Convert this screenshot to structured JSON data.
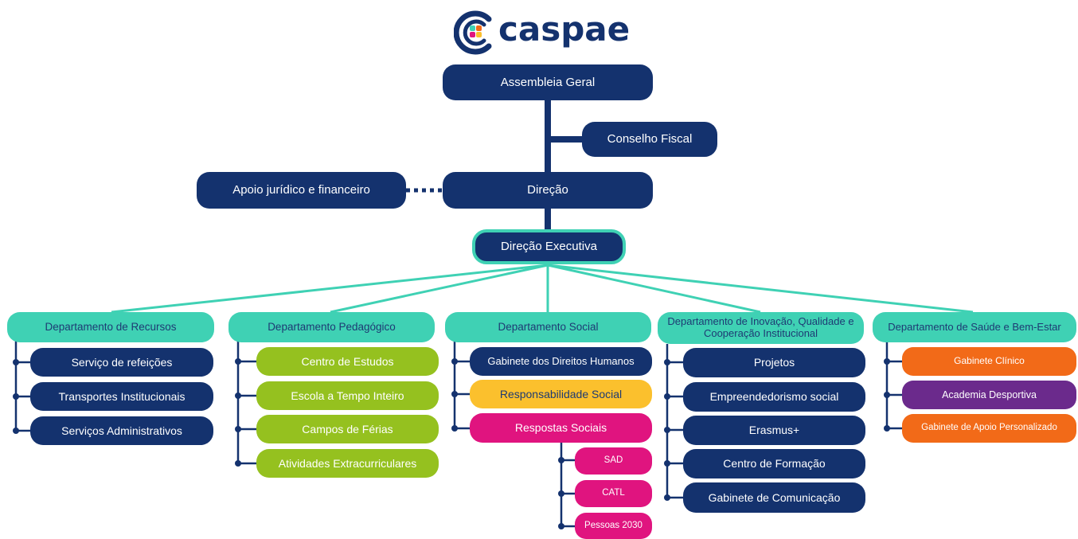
{
  "logo": {
    "text": "caspae",
    "brand_color": "#14326e"
  },
  "top": {
    "assembleia": "Assembleia Geral",
    "conselho": "Conselho Fiscal",
    "apoio": "Apoio jurídico e financeiro",
    "direcao": "Direção",
    "executiva": "Direção Executiva"
  },
  "departments": [
    {
      "label": "Departamento de Recursos",
      "items": [
        "Serviço de refeições",
        "Transportes Institucionais",
        "Serviços Administrativos"
      ]
    },
    {
      "label": "Departamento Pedagógico",
      "items": [
        "Centro de Estudos",
        "Escola a Tempo Inteiro",
        "Campos de Férias",
        "Atividades Extracurriculares"
      ]
    },
    {
      "label": "Departamento Social",
      "items": [
        "Gabinete dos Direitos Humanos",
        "Responsabilidade Social",
        "Respostas Sociais"
      ],
      "sub_items": [
        "SAD",
        "CATL",
        "Pessoas 2030"
      ]
    },
    {
      "label": "Departamento de Inovação, Qualidade e Cooperação Institucional",
      "items": [
        "Projetos",
        "Empreendedorismo social",
        "Erasmus+",
        "Centro de Formação",
        "Gabinete de Comunicação"
      ]
    },
    {
      "label": "Departamento de Saúde e Bem-Estar",
      "items": [
        "Gabinete Clínico",
        "Academia Desportiva",
        "Gabinete de Apoio Personalizado"
      ]
    }
  ],
  "colors": {
    "navy": "#14326e",
    "teal": "#3fd1b4",
    "green": "#95c11f",
    "yellow": "#fbc02d",
    "magenta": "#e0147f",
    "orange": "#f26a18",
    "purple": "#6b2a8c"
  }
}
